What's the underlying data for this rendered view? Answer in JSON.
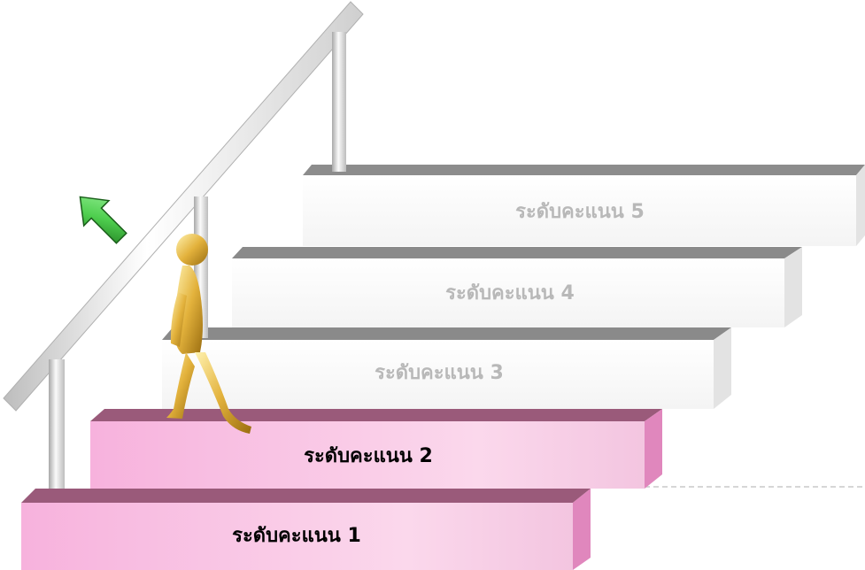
{
  "steps": [
    {
      "label": "ระดับคะแนน 1",
      "active": true
    },
    {
      "label": "ระดับคะแนน 2",
      "active": true
    },
    {
      "label": "ระดับคะแนน 3",
      "active": false
    },
    {
      "label": "ระดับคะแนน 4",
      "active": false
    },
    {
      "label": "ระดับคะแนน 5",
      "active": false
    }
  ],
  "colors": {
    "active_label": "#000000",
    "inactive_label": "#b8b8b8",
    "active_face_top": "#f6a6d8",
    "active_face_bottom": "#fde4f2",
    "active_top_surface": "#9a5a7a",
    "active_side": "#e087bd",
    "inactive_face": "#ffffff",
    "inactive_top_surface": "#8a8a8a",
    "inactive_side": "#e6e6e6",
    "railing": "#e9e9e9",
    "arrow": "#2fa82f",
    "figure": "#d7a833"
  },
  "icons": {
    "arrow": "up-right-arrow-icon",
    "figure": "walking-figure-icon"
  }
}
